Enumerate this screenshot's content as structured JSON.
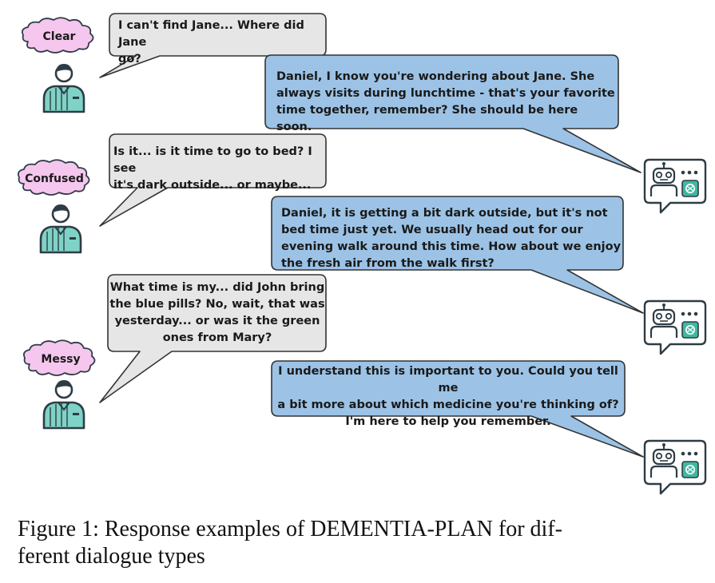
{
  "dialogues": [
    {
      "type_label": "Clear",
      "patient_line1": "I can't find Jane... Where did Jane",
      "patient_line2": "go?",
      "response_line1": "Daniel, I know you're wondering about Jane. She",
      "response_line2": "always visits during lunchtime - that's your favorite",
      "response_line3": "time together, remember? She should be here soon."
    },
    {
      "type_label": "Confused",
      "patient_line1": "Is it... is it time to go to bed? I see",
      "patient_line2": "it's dark outside... or maybe...",
      "response_line1": "Daniel, it is getting a bit dark outside, but it's not",
      "response_line2": "bed time just yet. We usually head out for our",
      "response_line3": "evening walk around this time. How about we enjoy",
      "response_line4": "the fresh air from the walk first?"
    },
    {
      "type_label": "Messy",
      "patient_line1": "What time is my... did John bring",
      "patient_line2": "the blue pills? No, wait, that was",
      "patient_line3": "yesterday... or was it the green",
      "patient_line4": "ones from Mary?",
      "response_line1": "I understand this is important to you. Could you tell me",
      "response_line2": "a bit more about which medicine you're thinking of?",
      "response_line3": "I'm here to help you remember."
    }
  ],
  "caption_line1": "Figure 1: Response examples of DEMENTIA-PLAN for dif-",
  "caption_line2": "ferent dialogue types",
  "colors": {
    "patient_bubble": "#e6e6e6",
    "response_bubble": "#9cc3e6",
    "type_tag": "#f5c6ee",
    "patient_shirt": "#7fd3c6",
    "robot_badge": "#3fb8a0"
  },
  "icons": {
    "patient": "patient-icon",
    "robot": "robot-assistant-icon",
    "ai_badge": "openai-logo-icon"
  }
}
